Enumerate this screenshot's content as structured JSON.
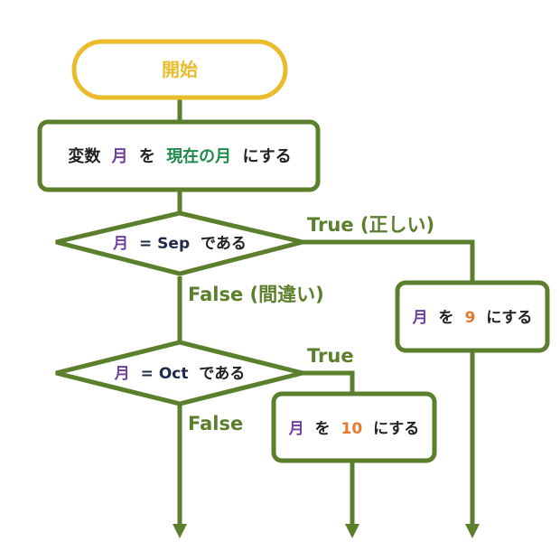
{
  "colors": {
    "green": "#5b7f2d",
    "yellow": "#e8bc2c",
    "purple": "#6f3fa0",
    "teal": "#1f8a4c",
    "orange": "#e8772e",
    "navy": "#1f2a4a",
    "text": "#222222"
  },
  "start": {
    "label": "開始"
  },
  "assign_current": {
    "part1": "変数",
    "var": "月",
    "part2": "を",
    "value": "現在の月",
    "part3": "にする"
  },
  "decision_sep": {
    "var": "月",
    "op": "= Sep",
    "suffix": "である"
  },
  "decision_oct": {
    "var": "月",
    "op": "= Oct",
    "suffix": "である"
  },
  "set_9": {
    "var": "月",
    "part": "を",
    "value": "9",
    "suffix": "にする"
  },
  "set_10": {
    "var": "月",
    "part": "を",
    "value": "10",
    "suffix": "にする"
  },
  "labels": {
    "true_long": "True (正しい)",
    "false_long": "False (間違い)",
    "true_short": "True",
    "false_short": "False"
  }
}
